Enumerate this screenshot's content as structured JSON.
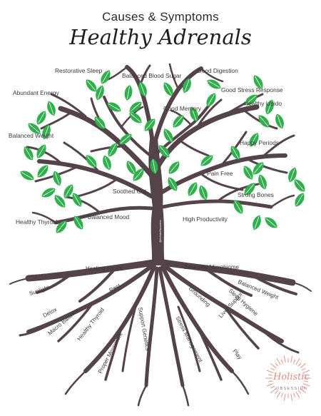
{
  "header": {
    "subtitle": "Causes & Symptoms",
    "title": "Healthy Adrenals"
  },
  "branch_labels": [
    "Restorative Sleep",
    "Balanced Blood Sugar",
    "Good Digestion",
    "Abundant Energy",
    "Good Stress Response",
    "Good Memory",
    "Healthy Libido",
    "Balanced Weight",
    "Happy Periods",
    "Pain Free",
    "Soothed Gut",
    "Strong Bones",
    "Balanced Mood",
    "High Productivity",
    "Healthy Thyroid"
  ],
  "root_labels": [
    "Healing Foods",
    "Balanced Microbiome",
    "Sunlight",
    "Rest",
    "Balanced Weight",
    "Detox",
    "Grounding",
    "Sleep Hygiene",
    "Macro Balance",
    "Healthy Thyroid",
    "Support Genetics",
    "Liver Support",
    "Stress Management",
    "Play",
    "Proper Movement"
  ],
  "trunk_credit": "@HolisticObsession",
  "logo": {
    "name": "Holistic",
    "sub": "OBSESSION"
  },
  "colors": {
    "branch": "#55434a",
    "leaf": "#2fb04c",
    "leaf_vein": "#ffffff",
    "logo_accent": "#e48a82"
  }
}
